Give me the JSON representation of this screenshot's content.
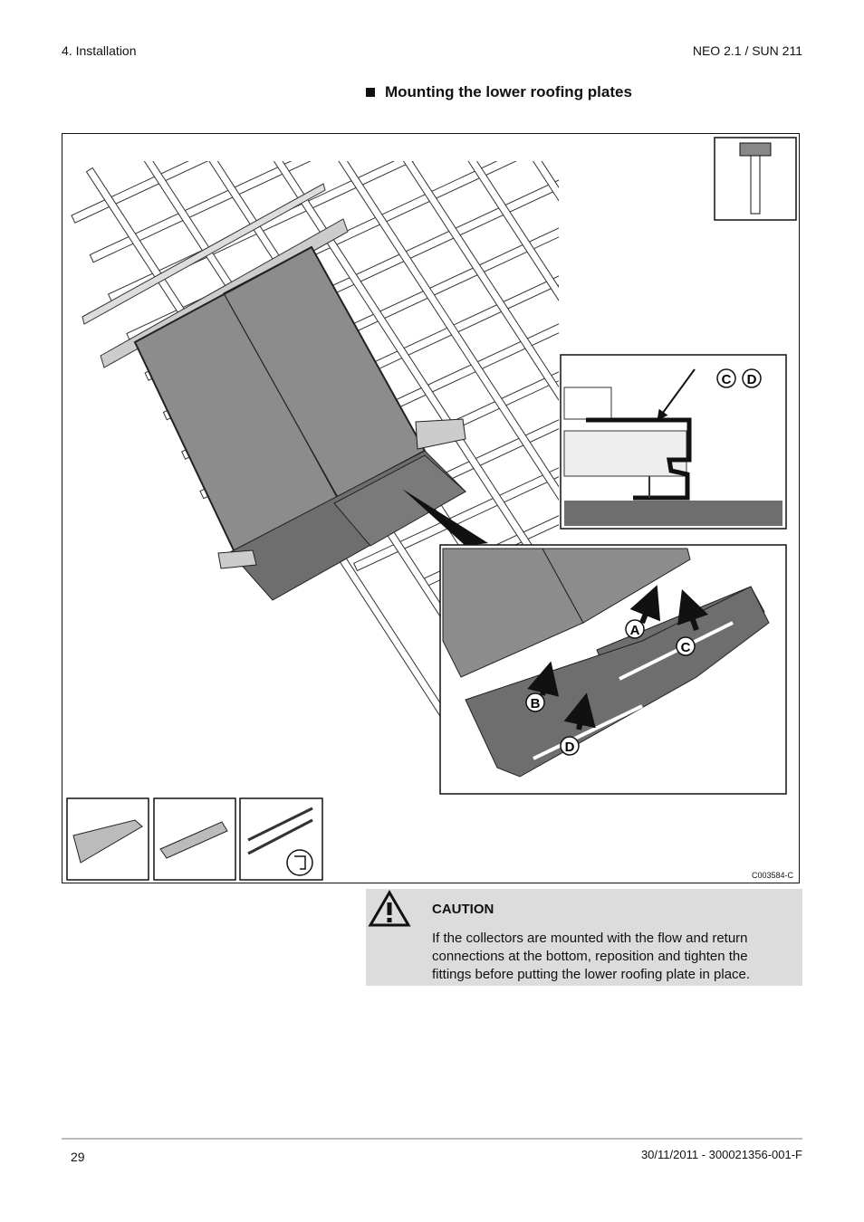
{
  "header": {
    "chapter": "4.  Installation",
    "product": "NEO 2.1 / SUN 211"
  },
  "section": {
    "title": "Mounting the lower roofing plates"
  },
  "figure": {
    "code": "C003584-C",
    "callouts": {
      "cd_c": "C",
      "cd_d": "D",
      "a": "A",
      "b": "B",
      "c": "C",
      "d": "D"
    }
  },
  "caution": {
    "title": "CAUTION",
    "text": "If the collectors are mounted with the flow and return connections at the bottom, reposition and tighten the fittings before putting the lower roofing plate in place."
  },
  "footer": {
    "page": "29",
    "reference": "30/11/2011  - 300021356-001-F"
  },
  "colors": {
    "panel": "#8c8c8c",
    "plate": "#6e6e6e",
    "caution_bg": "#dcdcdc"
  }
}
